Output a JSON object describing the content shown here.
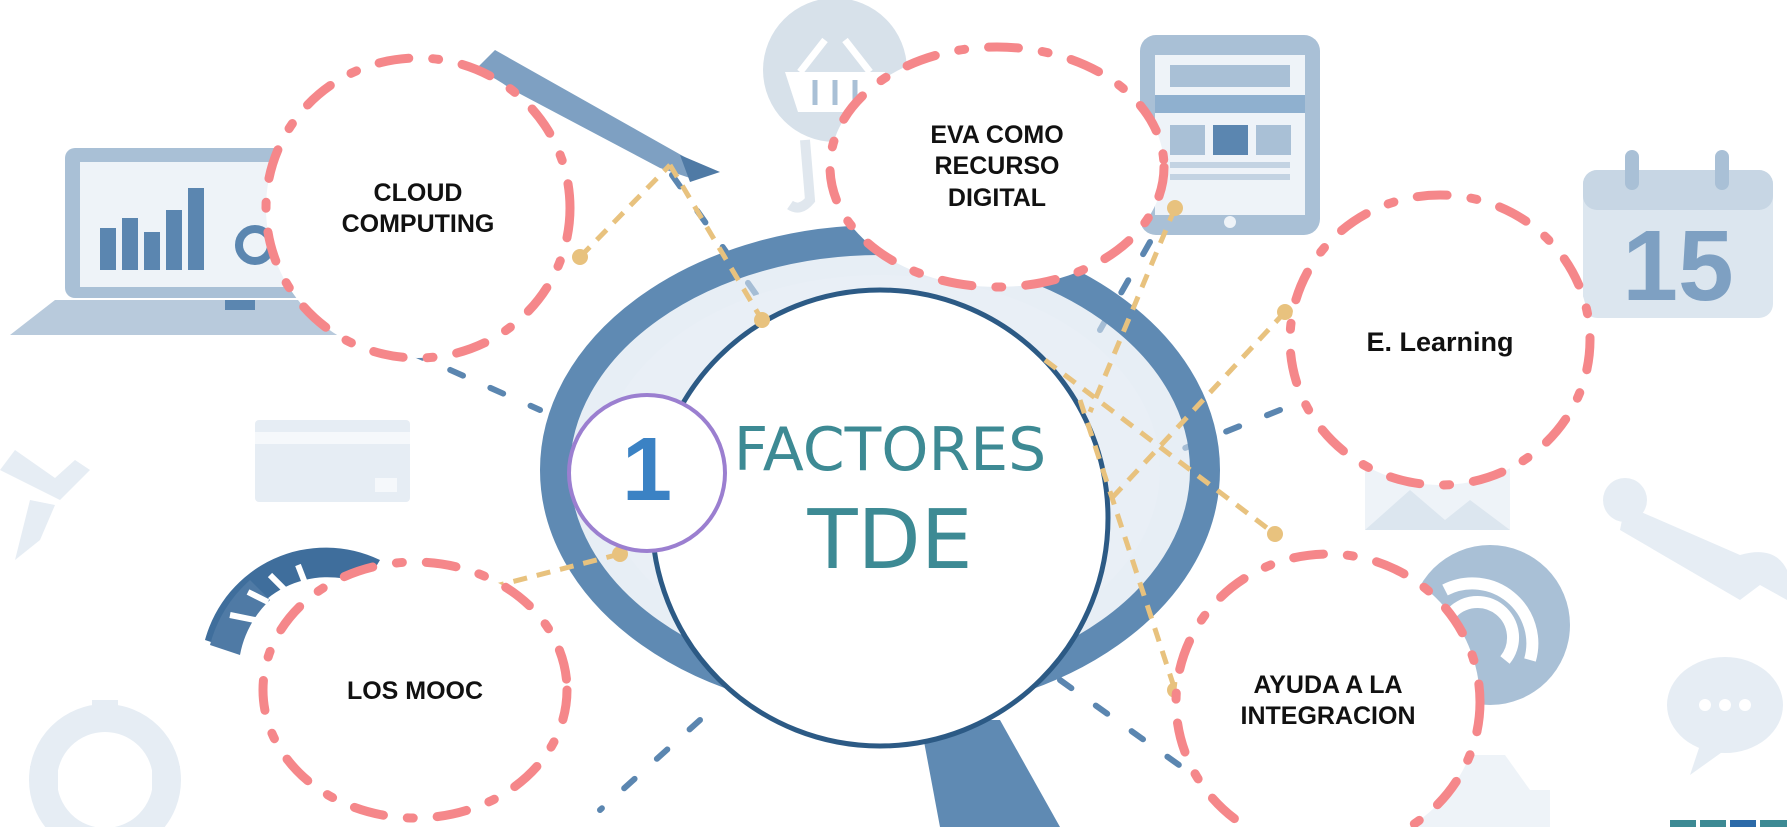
{
  "diagram": {
    "center": {
      "line1": "FACTORES",
      "line2": "TDE",
      "number": "1"
    },
    "bubbles": [
      {
        "id": "cloud",
        "label_lines": [
          "CLOUD",
          "COMPUTING"
        ]
      },
      {
        "id": "eva",
        "label_lines": [
          "EVA COMO",
          "RECURSO",
          "DIGITAL"
        ]
      },
      {
        "id": "elearning",
        "label_lines": [
          "E. Learning"
        ]
      },
      {
        "id": "mooc",
        "label_lines": [
          "LOS MOOC"
        ]
      },
      {
        "id": "ayuda",
        "label_lines": [
          "AYUDA A LA",
          "INTEGRACION"
        ]
      }
    ],
    "background_icons": [
      "laptop-chart-icon",
      "pencil-icon",
      "shopping-basket-icon",
      "tablet-icon",
      "calendar-icon",
      "credit-card-icon",
      "airplane-icon",
      "speedometer-icon",
      "gear-icon",
      "wifi-icon",
      "wrench-icon",
      "chat-bubble-icon",
      "image-icon",
      "magnifier-icon"
    ],
    "background_text": {
      "calendar_day": "15"
    },
    "colors": {
      "bubble_dash": "#f5878a",
      "connector": "#e8c27e",
      "center_ring": "#2c5a85",
      "number_ring": "#9b7fd0",
      "title": "#3d8a94",
      "icon_fill": "#dce6ef",
      "icon_dark": "#5b86b0"
    }
  }
}
